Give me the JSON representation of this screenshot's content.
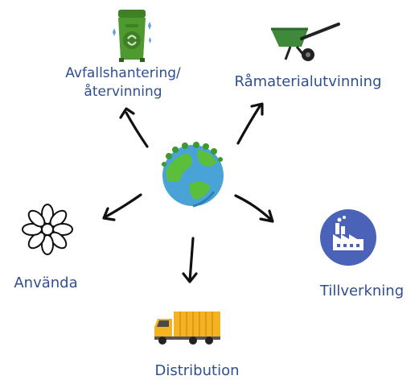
{
  "diagram": {
    "center": {
      "icon": "globe-icon"
    },
    "stages": [
      {
        "id": "waste",
        "label": "Avfallshantering/\nåtervinning",
        "icon": "recycling-bin-icon"
      },
      {
        "id": "raw",
        "label": "Råmaterialutvinning",
        "icon": "wheelbarrow-icon"
      },
      {
        "id": "manufacturing",
        "label": "Tillverkning",
        "icon": "factory-icon"
      },
      {
        "id": "distribution",
        "label": "Distribution",
        "icon": "truck-icon"
      },
      {
        "id": "use",
        "label": "Använda",
        "icon": "flower-icon"
      }
    ],
    "colors": {
      "label": "#2f4f8e",
      "bin_green": "#4f9a2f",
      "factory_circle": "#4a63b8",
      "truck_yellow": "#f5b322",
      "globe_blue": "#4aa3d6",
      "land_green": "#5cbf3c"
    }
  }
}
